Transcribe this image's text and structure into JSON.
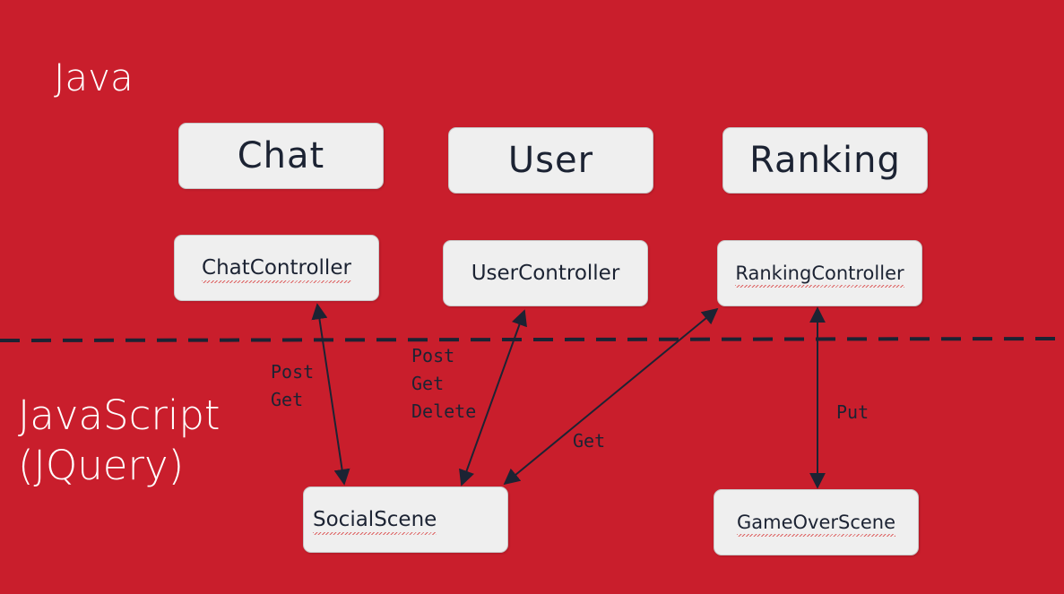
{
  "layers": {
    "backend": "Java",
    "frontend": "JavaScript\n(JQuery)"
  },
  "models": {
    "chat": "Chat",
    "user": "User",
    "ranking": "Ranking"
  },
  "controllers": {
    "chat": "ChatController",
    "user": "UserController",
    "ranking": "RankingController"
  },
  "scenes": {
    "social": "SocialScene",
    "gameover": "GameOverScene"
  },
  "edges": {
    "chat_social": "Post\nGet",
    "user_social": "Post\nGet\nDelete",
    "ranking_social": "Get",
    "ranking_gameover": "Put"
  },
  "colors": {
    "background": "#c91e2c",
    "box": "#efefef",
    "text_dark": "#1c2333",
    "divider": "#1c2333"
  }
}
